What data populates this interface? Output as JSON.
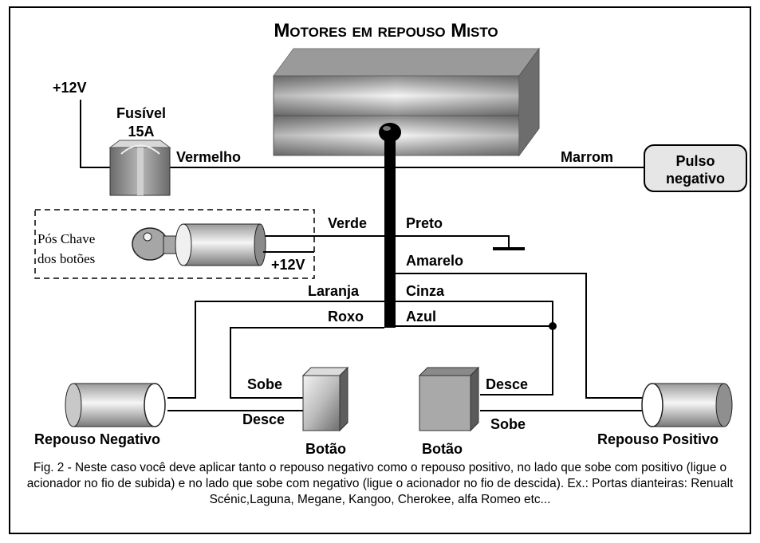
{
  "title": "Motores em repouso Misto",
  "labels": {
    "plus12_top": "+12V",
    "fuse_line1": "Fusível",
    "fuse_line2": "15A",
    "vermelho": "Vermelho",
    "marrom": "Marrom",
    "pulse_line1": "Pulso",
    "pulse_line2": "negativo",
    "pos_chave_line1": "Pós Chave",
    "pos_chave_line2": "dos botões",
    "plus12_key": "+12V",
    "verde": "Verde",
    "preto": "Preto",
    "amarelo": "Amarelo",
    "laranja": "Laranja",
    "cinza": "Cinza",
    "roxo": "Roxo",
    "azul": "Azul",
    "sobe_left": "Sobe",
    "desce_left": "Desce",
    "desce_right": "Desce",
    "sobe_right": "Sobe",
    "repouso_negativo": "Repouso Negativo",
    "repouso_positivo": "Repouso Positivo",
    "botao_left": "Botão",
    "botao_right": "Botão"
  },
  "caption": "Fig. 2 - Neste caso você deve aplicar tanto o repouso negativo como o repouso positivo, no lado que sobe com positivo (ligue o acionador no fio de subida) e no lado que sobe com negativo (ligue o acionador no fio de descida). Ex.: Portas dianteiras: Renualt Scénic,Laguna, Megane, Kangoo, Cherokee, alfa Romeo etc..."
}
